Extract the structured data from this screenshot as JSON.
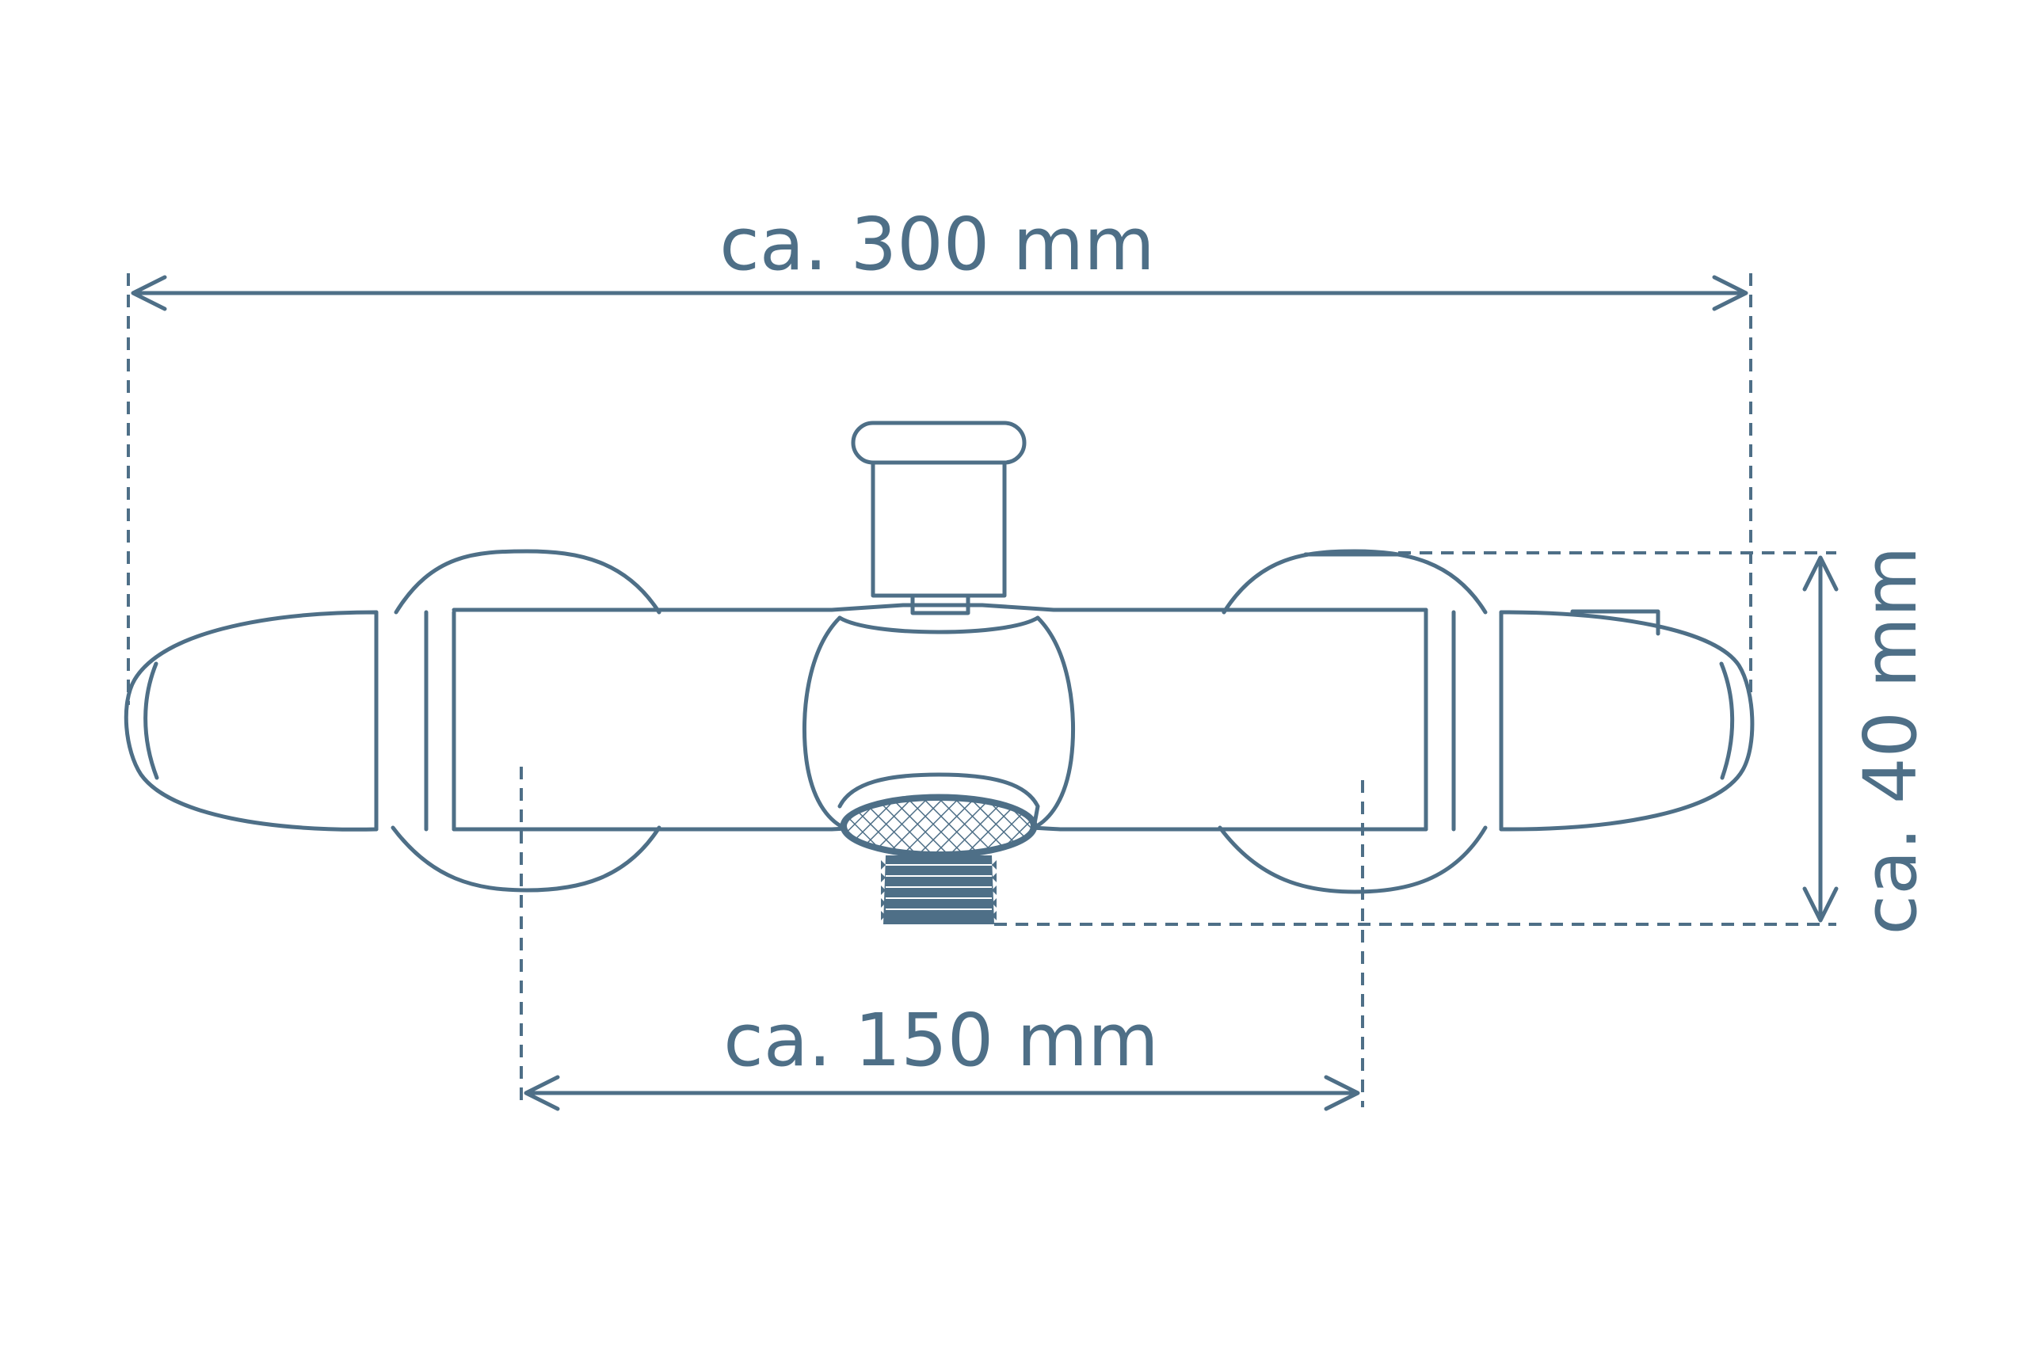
{
  "dimensions": {
    "total_width_label": "ca. 300 mm",
    "center_distance_label": "ca. 150 mm",
    "depth_label": "ca. 40 mm"
  },
  "colors": {
    "line": "#4e6f87",
    "background": "#ffffff"
  }
}
